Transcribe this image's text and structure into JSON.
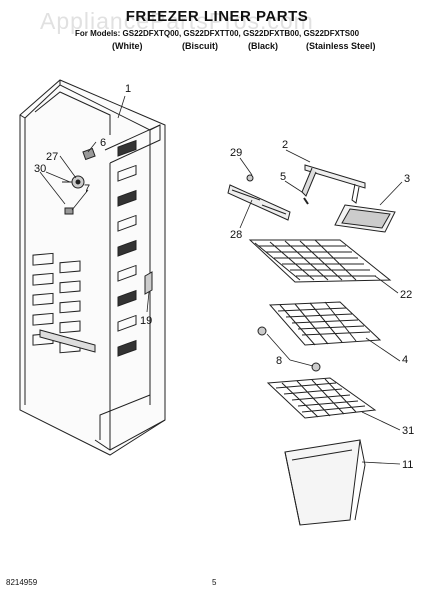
{
  "header": {
    "title": "FREEZER LINER PARTS",
    "models": "For Models: GS22DFXTQ00, GS22DFXTT00, GS22DFXTB00, GS22DFXTS00",
    "variants": [
      "(White)",
      "(Biscuit)",
      "(Black)",
      "(Stainless Steel)"
    ],
    "watermark": "AppliancePartsPros.com"
  },
  "callouts": [
    "1",
    "2",
    "3",
    "4",
    "5",
    "6",
    "7",
    "8",
    "11",
    "19",
    "22",
    "27",
    "28",
    "29",
    "30",
    "31"
  ],
  "footer": {
    "doc_number": "8214959",
    "page": "5"
  }
}
